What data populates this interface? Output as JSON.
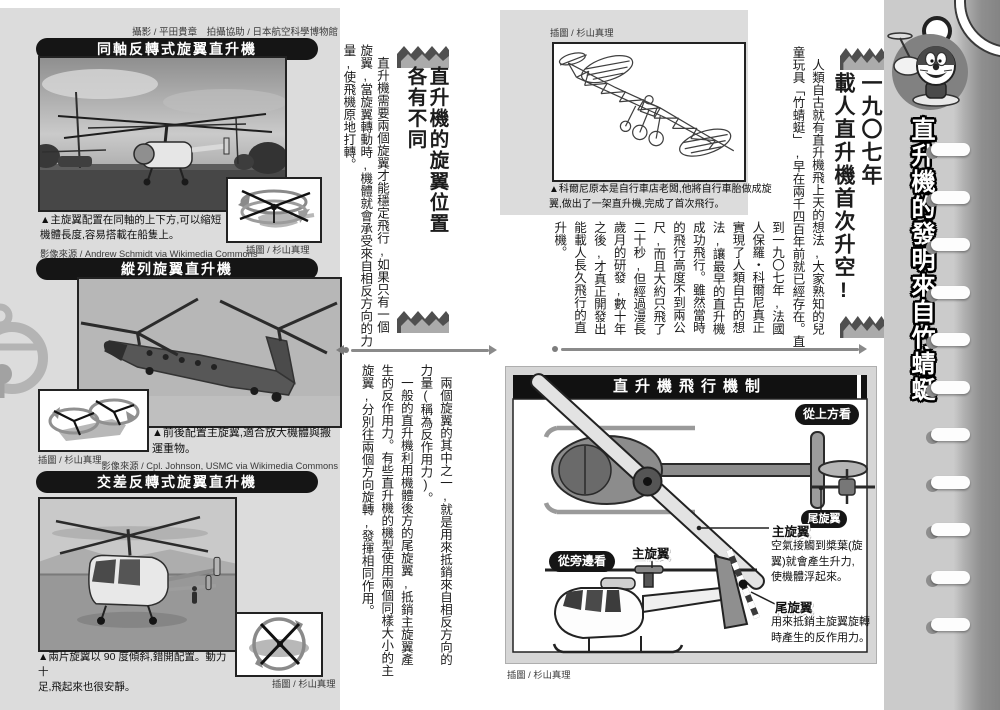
{
  "colors": {
    "header_bar": "#151515",
    "panel_bg": "#dcdcdc",
    "page_bg": "#ffffff",
    "strip_light": "#cbcbcb",
    "strip_dark": "#868686"
  },
  "page_title": "直升機的發明來自竹蜻蜓",
  "left_panel": {
    "photo_credit": "攝影 / 平田貴章　拍攝協助 / 日本航空科學博物館",
    "sections": [
      {
        "title": "同軸反轉式旋翼直升機",
        "caption": "▲主旋翼配置在同軸的上下方,可以縮短\n機體長度,容易搭載在船隻上。",
        "image_credit": "影像來源 / Andrew Schmidt via Wikimedia Commons",
        "inset_credit": "插圖 / 杉山真理"
      },
      {
        "title": "縱列旋翼直升機",
        "caption": "▲前後配置主旋翼,適合放大機體與搬\n運重物。",
        "image_credit": "影像來源 / Cpl. Johnson, USMC via Wikimedia Commons",
        "inset_credit": "插圖 / 杉山真理"
      },
      {
        "title": "交差反轉式旋翼直升機",
        "caption": "▲兩片旋翼以 90 度傾斜,錯開配置。動力十\n足,飛起來也很安靜。",
        "inset_credit": "插圖 / 杉山真理"
      }
    ]
  },
  "middle_article": {
    "heading": "直升機的旋翼位置\n各有不同",
    "intro": "　直升機需要兩個旋翼才能穩定飛行,如果只有一個\n旋翼,當旋翼轉動時,機體就會承受來自相反方向的力\n量,使飛機原地打轉。",
    "body": "　兩個旋翼的其中之一,就是用來抵銷來自相反方向的\n力量(稱為反作用力)。\n　一般的直升機利用機體後方的尾旋翼,抵銷主旋翼產\n生的反作用力。有些直升機的機型使用兩個同樣大小的主\n旋翼,分別往兩個方向旋轉,發揮相同作用。"
  },
  "right_article": {
    "heading": "一九〇七年\n載人直升機首次升空!",
    "illustration_credit": "插圖 / 杉山真理",
    "caption": "▲科爾尼原本是自行車店老闆,他將自行車胎做成旋\n翼,做出了一架直升機,完成了首次飛行。",
    "intro": "　人類自古就有直升機飛上天的想法,大家熟知的兒\n童玩具「竹蜻蜓」,早在兩千四百年前就已經存在。直",
    "body": "到一九〇七年,法國\n人保羅・科爾尼真正\n實現了人類自古的想\n法,讓最早的直升機\n成功飛行。雖然當時\n的飛行高度不到兩公\n尺,而且大約只飛了\n二十秒,但經過漫長\n歲月的研發,數十年\n之後,才真正開發出\n能載人長久飛行的直\n升機。"
  },
  "diagram": {
    "title": "直升機飛行機制",
    "top_view_label": "從上方看",
    "side_view_label": "從旁邊看",
    "main_rotor_label": "主旋翼",
    "tail_rotor_label": "尾旋翼",
    "main_rotor_text": "空氣接觸到槳葉(旋\n翼)就會產生升力,\n使機體浮起來。",
    "tail_rotor_text": "用來抵銷主旋翼旋轉\n時產生的反作用力。",
    "credit": "插圖 / 杉山真理"
  }
}
